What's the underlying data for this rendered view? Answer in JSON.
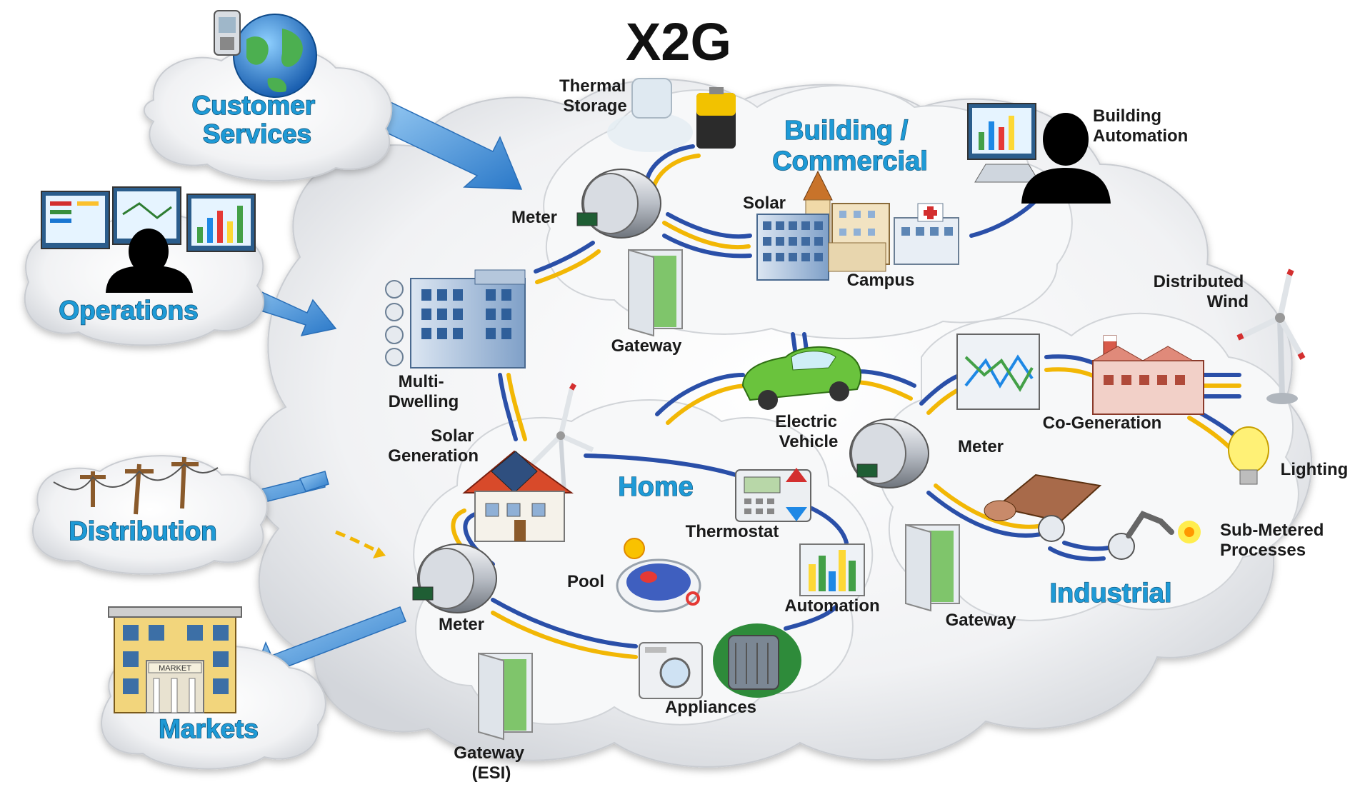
{
  "title": "X2G",
  "side_clouds": {
    "customer_services": [
      "Customer",
      "Services"
    ],
    "operations": "Operations",
    "distribution": "Distribution",
    "markets": "Markets"
  },
  "zones": {
    "building": [
      "Building /",
      "Commercial"
    ],
    "home": "Home",
    "industrial": "Industrial"
  },
  "labels": {
    "thermal_storage": [
      "Thermal",
      "Storage"
    ],
    "building_automation": [
      "Building",
      "Automation"
    ],
    "meter_building": "Meter",
    "solar_building": "Solar",
    "campus": "Campus",
    "gateway_building": "Gateway",
    "multi_dwelling": [
      "Multi-",
      "Dwelling"
    ],
    "solar_generation": [
      "Solar",
      "Generation"
    ],
    "electric_vehicle": [
      "Electric",
      "Vehicle"
    ],
    "distributed_wind": [
      "Distributed",
      "Wind"
    ],
    "co_generation": "Co-Generation",
    "meter_industrial": "Meter",
    "lighting": "Lighting",
    "sub_metered": [
      "Sub-Metered",
      "Processes"
    ],
    "gateway_industrial": "Gateway",
    "thermostat": "Thermostat",
    "pool": "Pool",
    "automation": "Automation",
    "meter_home": "Meter",
    "appliances": "Appliances",
    "gateway_esi": [
      "Gateway",
      "(ESI)"
    ]
  },
  "market_sign": "MARKET",
  "colors": {
    "zone_text": "#1e9ad6",
    "link_blue": "#2a4fa8",
    "link_yellow": "#f2b705",
    "arrow_blue": "#3d8fd6"
  }
}
